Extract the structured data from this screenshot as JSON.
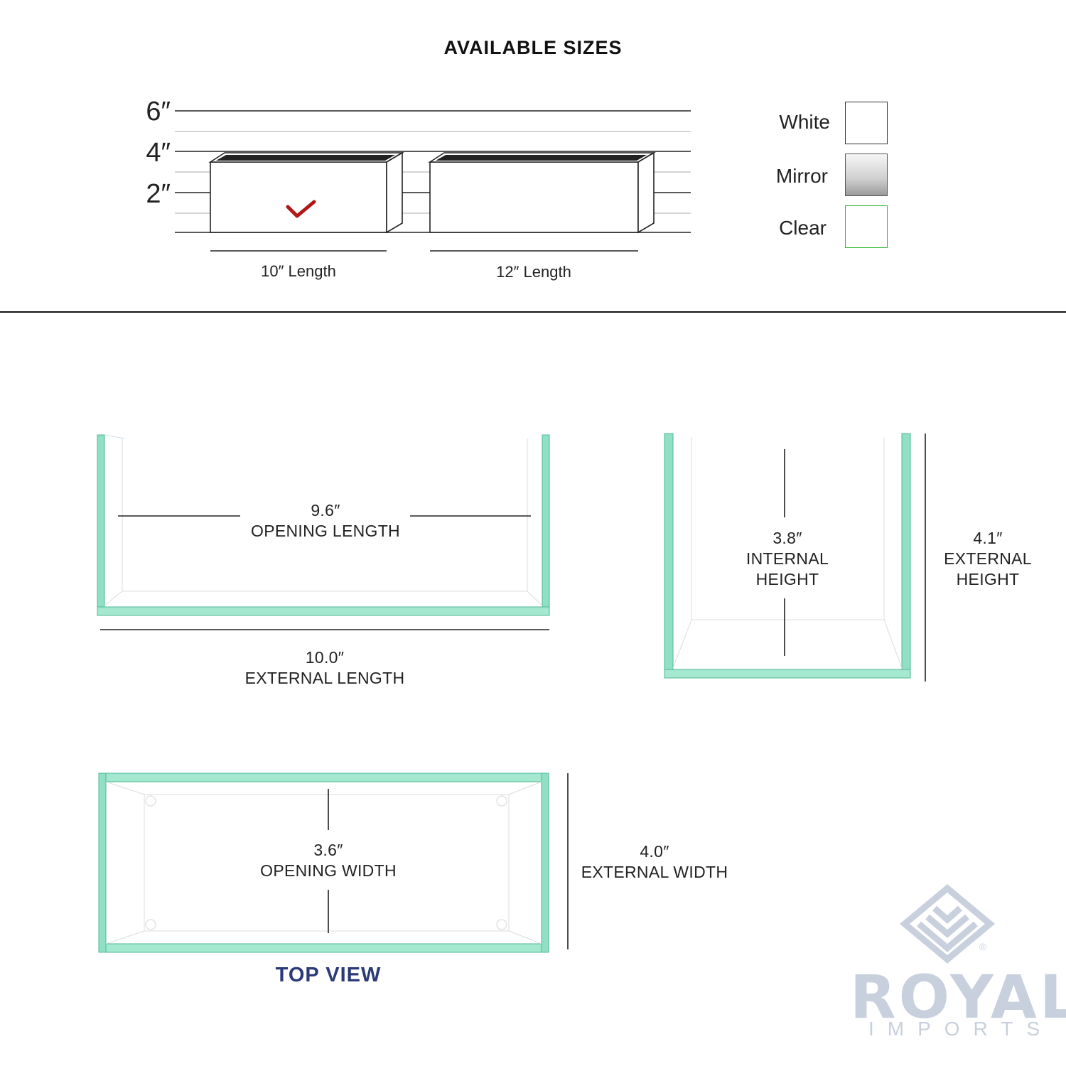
{
  "header": {
    "title": "AVAILABLE SIZES"
  },
  "heights": [
    "6″",
    "4″",
    "2″"
  ],
  "lengths": [
    "10″ Length",
    "12″ Length"
  ],
  "colors": [
    {
      "label": "White",
      "selected": false
    },
    {
      "label": "Mirror",
      "selected": false
    },
    {
      "label": "Clear",
      "selected": true
    }
  ],
  "selected_size": "10″ Length",
  "front_view": {
    "opening_value": "9.6″",
    "opening_label": "OPENING LENGTH",
    "external_value": "10.0″",
    "external_label": "EXTERNAL LENGTH"
  },
  "side_view": {
    "internal_value": "3.8″",
    "internal_label_1": "INTERNAL",
    "internal_label_2": "HEIGHT",
    "external_value": "4.1″",
    "external_label_1": "EXTERNAL",
    "external_label_2": "HEIGHT"
  },
  "top_view": {
    "opening_value": "3.6″",
    "opening_label": "OPENING WIDTH",
    "external_value": "4.0″",
    "external_label": "EXTERNAL WIDTH",
    "caption": "TOP VIEW"
  },
  "brand": {
    "name": "ROYAL",
    "sub": "IMPORTS",
    "reg": "®"
  },
  "palette": {
    "glass_edge": "#6fd1b0",
    "check": "#b01818",
    "clear_border": "#2fb82f",
    "top_view_text": "#2b3a78",
    "logo": "#c8d0dd"
  },
  "icons": [
    "checkmark-icon",
    "royal-imports-logo"
  ]
}
